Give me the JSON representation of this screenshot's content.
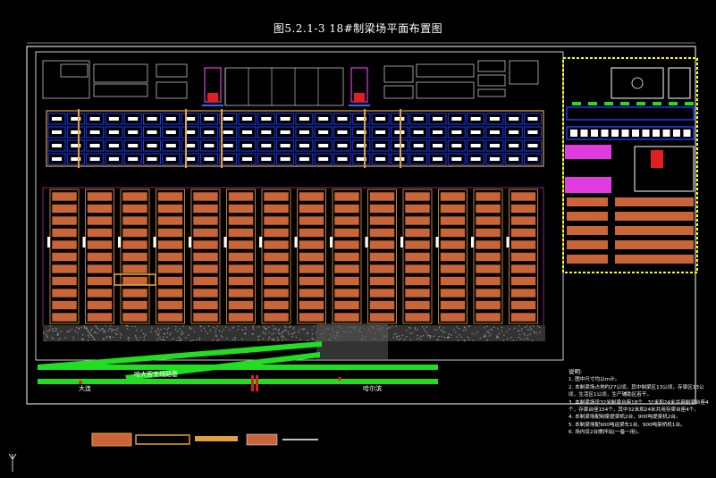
{
  "title": "图5.2.1-3  18#制梁场平面布置图",
  "road_labels": {
    "main_road": "哈大客专线路基",
    "left_road": "大连",
    "right_road": "哈尔滨"
  },
  "notes": {
    "heading": "说明:",
    "items": [
      "1. 图中尺寸均以m计。",
      "2. 本制梁场占地约27公顷，其中制梁区13公顷，存梁区13公顷，生活区1公顷，生产辅助区若干。",
      "3. 本制梁场设32米制梁台座18个、32米和24米共用制梁台座4个，存梁台座154个，其中32米和24米共用存梁台座4个。",
      "4. 本制梁场配制梁提梁机2台，900吨提梁机2台。",
      "5. 本制梁场配900吨运梁车1台、900吨架桥机1台。",
      "6. 场内设2台搅拌站(一备一用)。"
    ]
  },
  "colors": {
    "background": "#000000",
    "line": "#ffffff",
    "pedestal_fill": "#c8663a",
    "gantry_frame": "#e0a040",
    "blue_cell": "#1a3cff",
    "road_green": "#22dd22",
    "yellow_border": "#ffff00",
    "magenta": "#e03ce0",
    "gray_fill": "#9a9a9a"
  }
}
